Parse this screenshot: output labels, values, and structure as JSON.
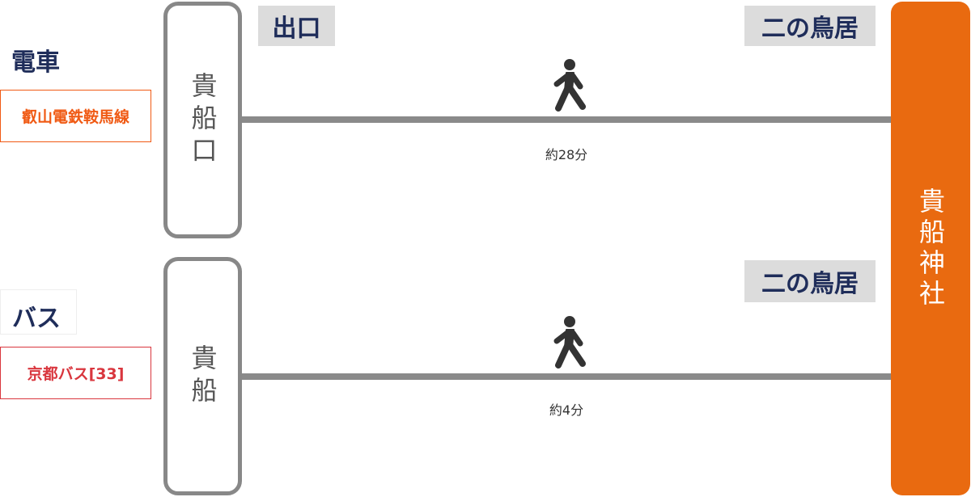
{
  "colors": {
    "train_line": "#f05a14",
    "bus_line": "#d9363e",
    "destination": "#e96a10",
    "route": "#8a8a8a",
    "station_border": "#888888",
    "tag_bg": "#dcdcdc",
    "heading": "#1f2d5a"
  },
  "destination": {
    "label": "貴船神社"
  },
  "routes": [
    {
      "mode": "電車",
      "line": "叡山電鉄鞍馬線",
      "station": "貴船口",
      "exit_tag": "出口",
      "arrival_tag": "二の鳥居",
      "walk_icon": "walking-person-icon",
      "time": "約28分"
    },
    {
      "mode": "バス",
      "line": "京都バス[33]",
      "station": "貴船",
      "arrival_tag": "二の鳥居",
      "walk_icon": "walking-person-icon",
      "time": "約4分"
    }
  ]
}
